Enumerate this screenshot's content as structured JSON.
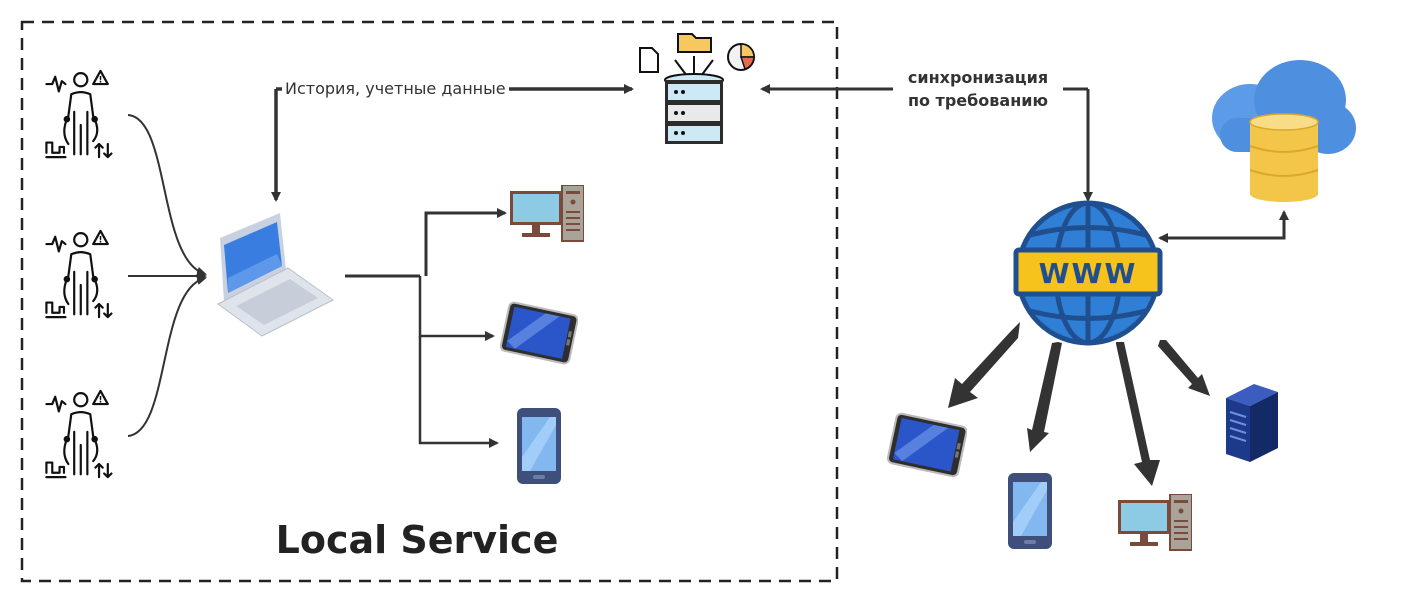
{
  "labels": {
    "history": "История, учетные данные",
    "sync_line1": "синхронизация",
    "sync_line2": "по требованию",
    "local_service": "Local Service",
    "www": "WWW"
  },
  "colors": {
    "line": "#333333",
    "screen_blue": "#3a5fc8",
    "cloud_blue": "#4f8fe0",
    "db_gold": "#f3c64a",
    "globe_blue": "#2f7fd6",
    "globe_dark": "#1f4f8f",
    "www_band": "#f6c21c",
    "server_navy": "#1d3a8a"
  },
  "icons": {
    "patient": "patient-monitor-icon",
    "laptop": "laptop-icon",
    "database": "database-server-icon",
    "desktop": "desktop-computer-icon",
    "tablet": "tablet-icon",
    "phone": "smartphone-icon",
    "cloud_db": "cloud-database-icon",
    "globe": "www-globe-icon",
    "server": "rack-server-icon"
  }
}
